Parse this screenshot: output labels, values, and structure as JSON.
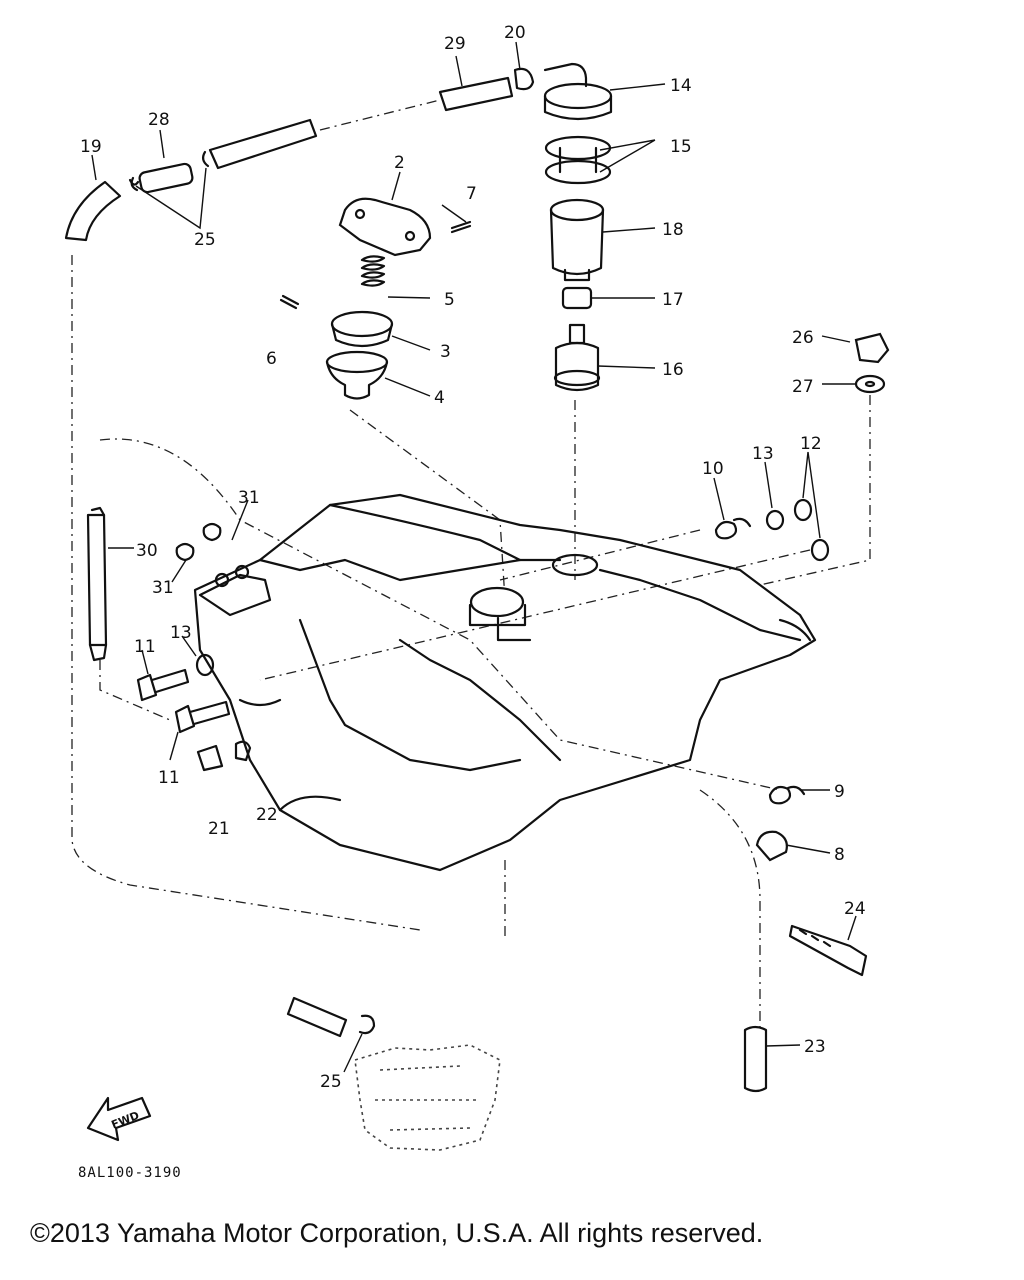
{
  "diagram": {
    "callouts": [
      "2",
      "3",
      "4",
      "5",
      "6",
      "7",
      "8",
      "9",
      "10",
      "11",
      "11",
      "12",
      "13",
      "13",
      "14",
      "15",
      "16",
      "17",
      "18",
      "19",
      "20",
      "21",
      "22",
      "23",
      "24",
      "25",
      "25",
      "26",
      "27",
      "28",
      "29",
      "30",
      "31",
      "31"
    ],
    "badge_text": "FWD",
    "reference_code": "8AL100-3190"
  },
  "footer": {
    "copyright": "©2013 Yamaha Motor Corporation, U.S.A. All rights reserved."
  }
}
